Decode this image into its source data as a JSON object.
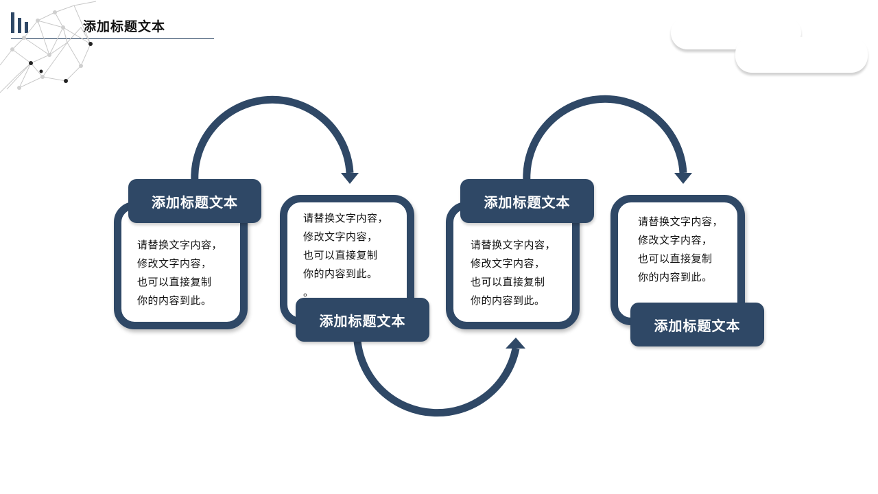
{
  "header": {
    "title": "添加标题文本"
  },
  "colors": {
    "primary": "#2f4866"
  },
  "steps": [
    {
      "title": "添加标题文本",
      "body": "请替换文字内容，\n修改文字内容，\n也可以直接复制\n你的内容到此。"
    },
    {
      "title": "添加标题文本",
      "body": "请替换文字内容，\n修改文字内容，\n也可以直接复制\n你的内容到此。\n。"
    },
    {
      "title": "添加标题文本",
      "body": "请替换文字内容，\n修改文字内容，\n也可以直接复制\n你的内容到此。"
    },
    {
      "title": "添加标题文本",
      "body": "请替换文字内容，\n修改文字内容，\n也可以直接复制\n你的内容到此。"
    }
  ]
}
